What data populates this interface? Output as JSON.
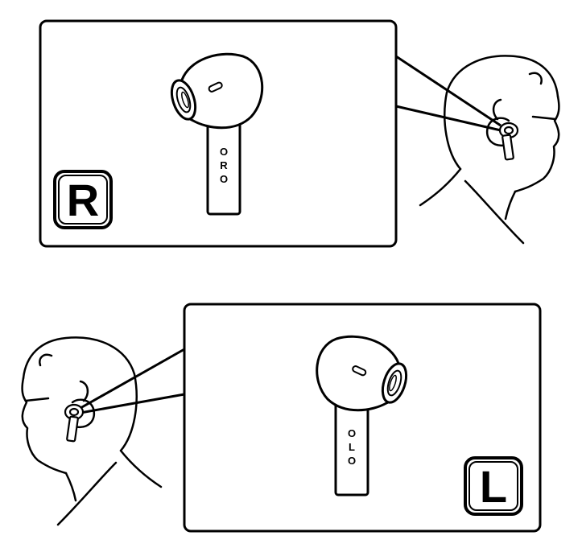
{
  "colors": {
    "line": "#000000",
    "background": "#ffffff"
  },
  "panels": {
    "right": {
      "side_label": "R",
      "stem_text": [
        "O",
        "R",
        "O"
      ]
    },
    "left": {
      "side_label": "L",
      "stem_text": [
        "O",
        "L",
        "O"
      ]
    }
  },
  "icons": [
    "right-earbud-icon",
    "left-earbud-icon",
    "head-profile-icon"
  ]
}
